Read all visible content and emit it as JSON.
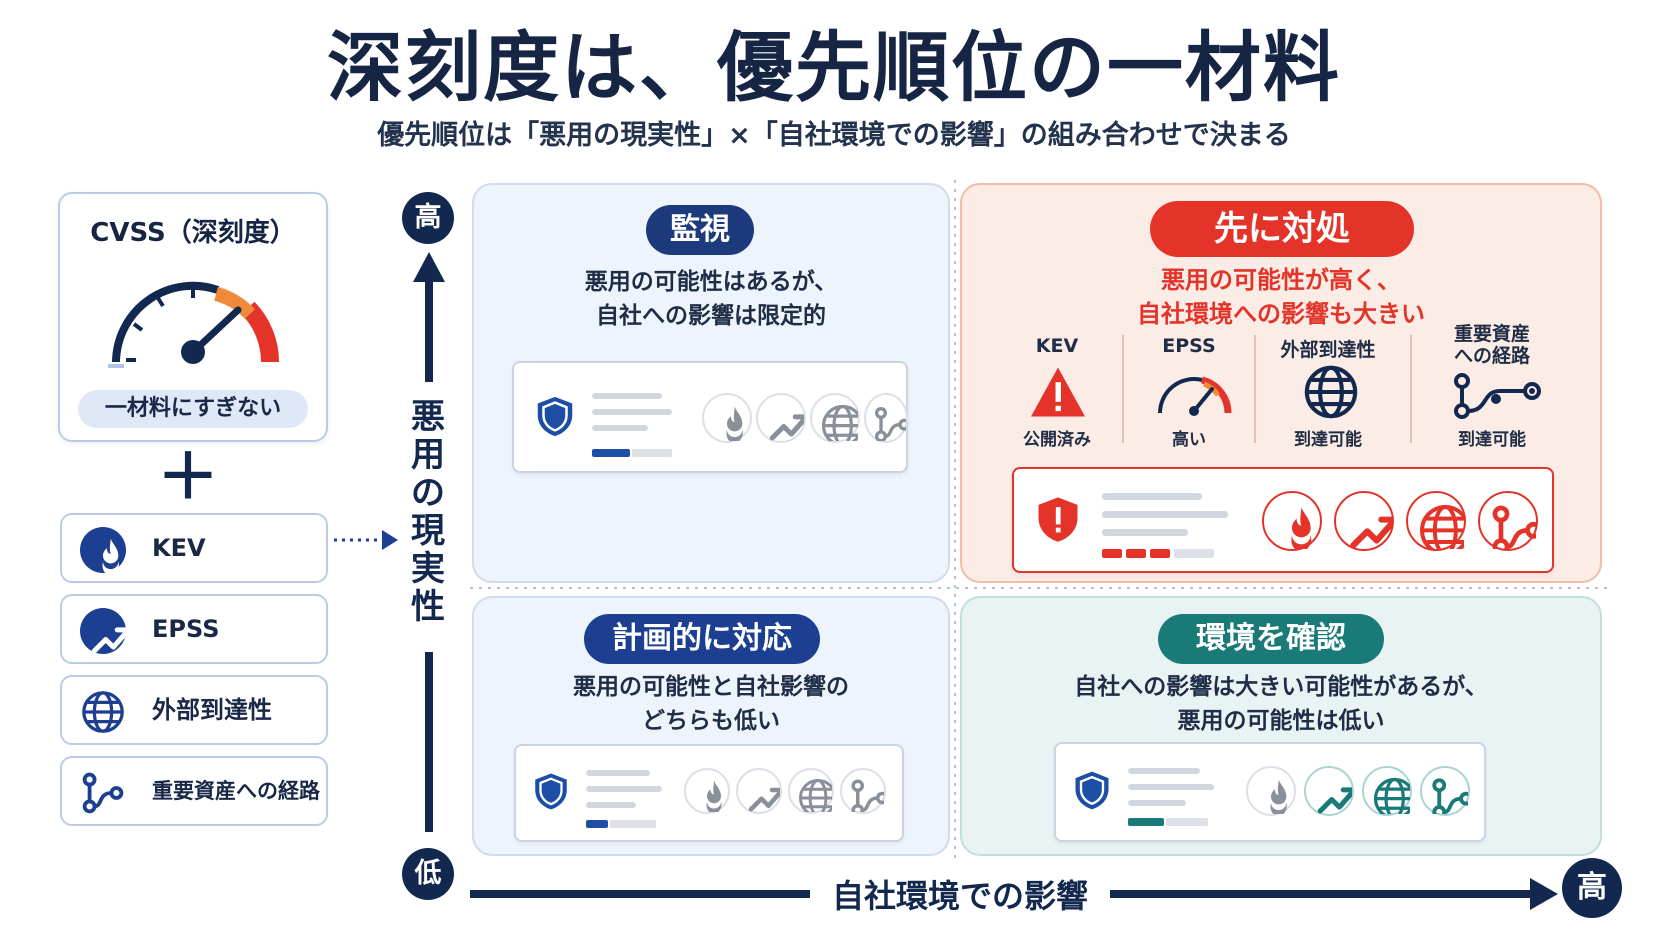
{
  "title": "深刻度は、優先順位の一材料",
  "subtitle": "優先順位は「悪用の現実性」×「自社環境での影響」の組み合わせで決まる",
  "left_panel": {
    "cvss_title": "CVSS（深刻度）",
    "cvss_note": "一材料にすぎない",
    "plus": "＋",
    "factors": [
      {
        "label": "KEV",
        "icon": "flame-icon"
      },
      {
        "label": "EPSS",
        "icon": "trend-up-icon"
      },
      {
        "label": "外部到達性",
        "icon": "globe-icon"
      },
      {
        "label": "重要資産への経路",
        "icon": "path-nodes-icon"
      }
    ]
  },
  "axes": {
    "y_label": "悪用の現実性",
    "y_high": "高",
    "y_low": "低",
    "x_label": "自社環境での影響",
    "x_high": "高"
  },
  "quadrants": {
    "monitor": {
      "badge": "監視",
      "desc_1": "悪用の可能性はあるが、",
      "desc_2": "自社への影響は限定的",
      "color": "#1c3a7c"
    },
    "act_first": {
      "badge": "先に対処",
      "desc_1": "悪用の可能性が高く、",
      "desc_2": "自社環境への影響も大きい",
      "color": "#e4342a",
      "indicators": [
        {
          "header": "KEV",
          "caption": "公開済み",
          "icon": "warning-icon"
        },
        {
          "header": "EPSS",
          "caption": "高い",
          "icon": "gauge-icon"
        },
        {
          "header": "外部到達性",
          "caption": "到達可能",
          "icon": "globe-icon"
        },
        {
          "header_1": "重要資産",
          "header_2": "への経路",
          "caption": "到達可能",
          "icon": "path-nodes-icon"
        }
      ]
    },
    "planned": {
      "badge": "計画的に対応",
      "desc_1": "悪用の可能性と自社影響の",
      "desc_2": "どちらも低い",
      "color": "#1c3f91"
    },
    "check_env": {
      "badge": "環境を確認",
      "desc_1": "自社への影響は大きい可能性があるが、",
      "desc_2": "悪用の可能性は低い",
      "color": "#1a7a78"
    }
  }
}
